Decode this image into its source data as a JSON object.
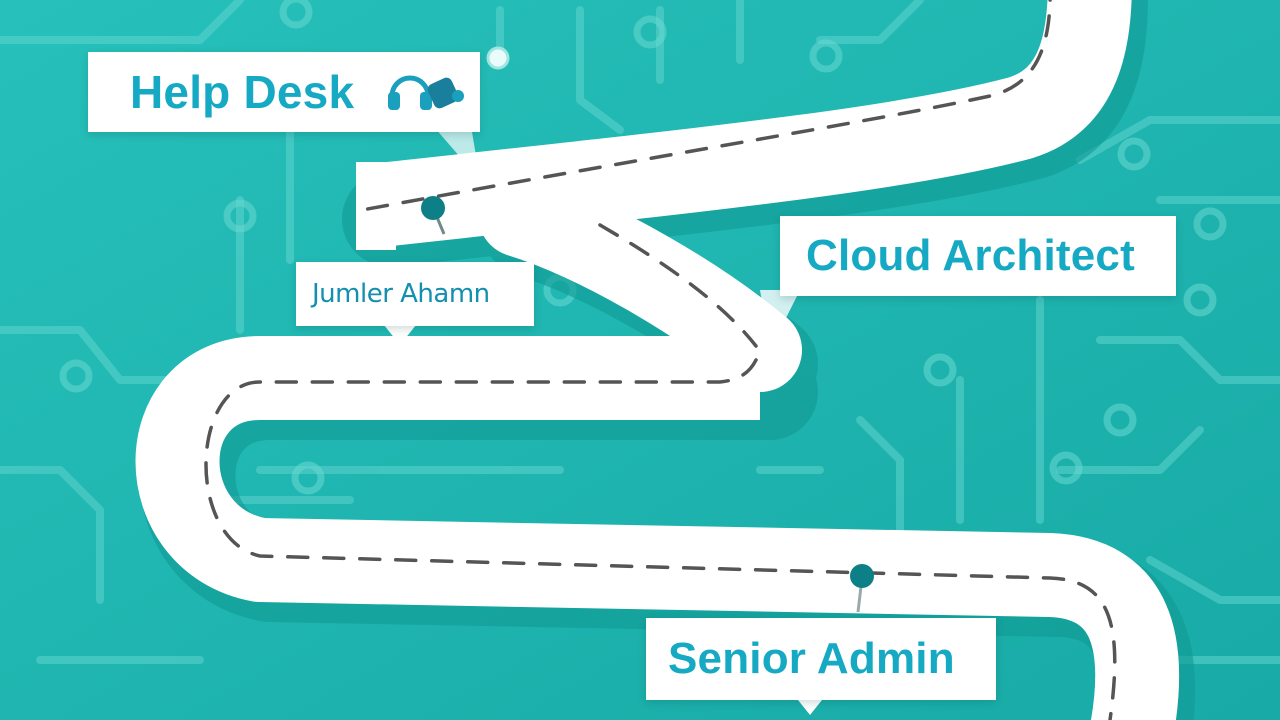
{
  "milestones": [
    {
      "label": "Help Desk"
    },
    {
      "label": "Jumler Ahamn"
    },
    {
      "label": "Cloud Architect"
    },
    {
      "label": "Senior Admin"
    }
  ],
  "icons": {
    "help_desk": "headset-icon",
    "marker": "map-pin-icon"
  },
  "colors": {
    "background": "#1db5b0",
    "road": "#ffffff",
    "road_shadow": "#129c97",
    "dash": "#555555",
    "label_text": "#16a9c4",
    "pin": "#0d7f86"
  }
}
